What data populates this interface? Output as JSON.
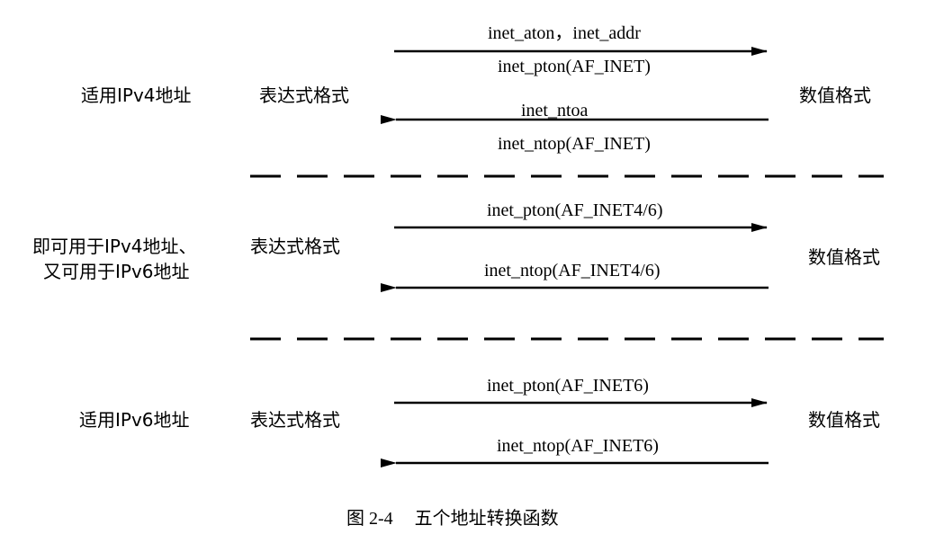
{
  "sections": [
    {
      "scope_label": "适用IPv4地址",
      "left_label": "表达式格式",
      "right_label": "数值格式",
      "forward_labels": [
        "inet_aton，inet_addr",
        "inet_pton(AF_INET)"
      ],
      "backward_labels": [
        "inet_ntoa",
        "inet_ntop(AF_INET)"
      ]
    },
    {
      "scope_label_lines": [
        "即可用于IPv4地址、",
        "又可用于IPv6地址"
      ],
      "left_label": "表达式格式",
      "right_label": "数值格式",
      "forward_labels": [
        "inet_pton(AF_INET4/6)"
      ],
      "backward_labels": [
        "inet_ntop(AF_INET4/6)"
      ]
    },
    {
      "scope_label": "适用IPv6地址",
      "left_label": "表达式格式",
      "right_label": "数值格式",
      "forward_labels": [
        "inet_pton(AF_INET6)"
      ],
      "backward_labels": [
        "inet_ntop(AF_INET6)"
      ]
    }
  ],
  "caption": {
    "number": "图 2-4",
    "title": "五个地址转换函数"
  }
}
